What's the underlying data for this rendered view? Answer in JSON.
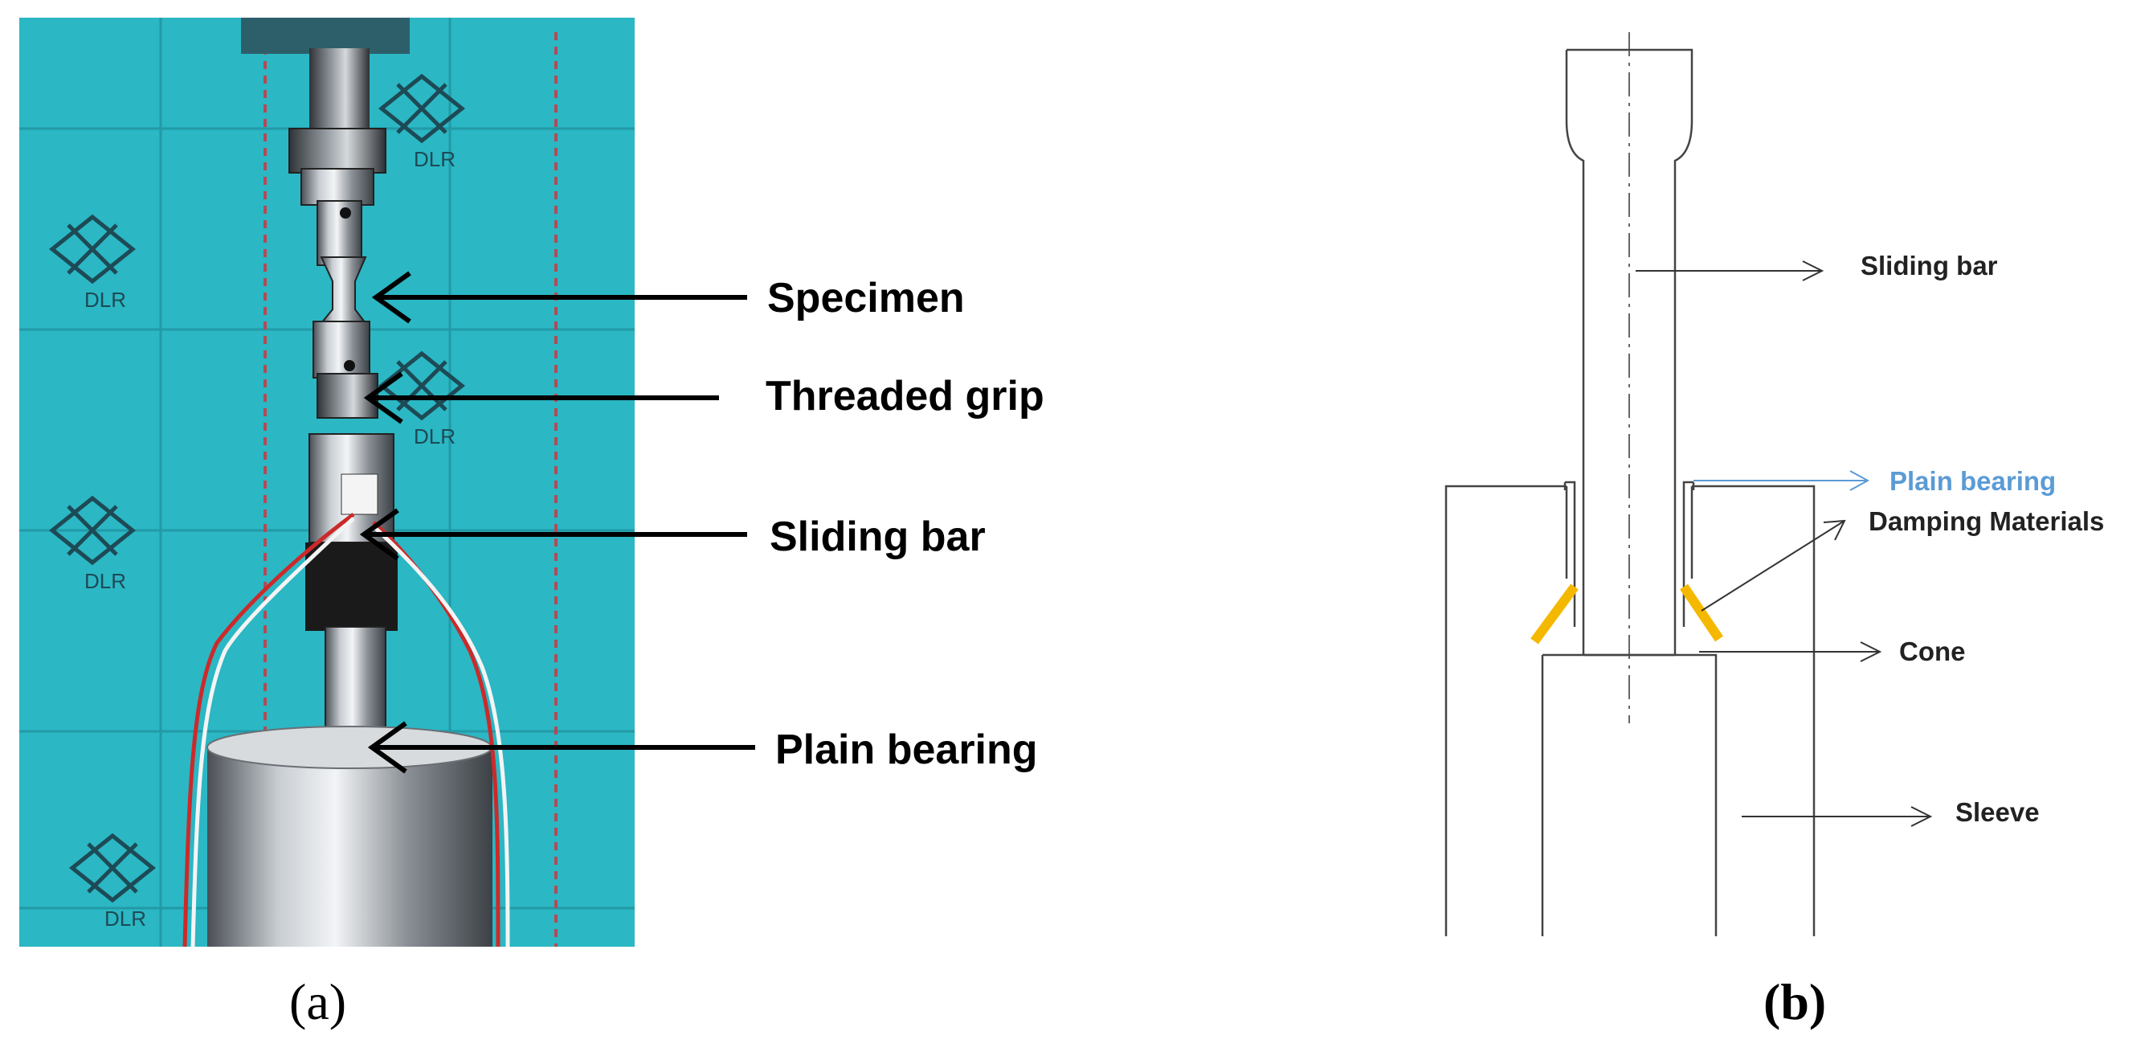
{
  "panel_a": {
    "caption": "(a)",
    "labels": {
      "specimen": "Specimen",
      "threaded_grip": "Threaded grip",
      "sliding_bar": "Sliding bar",
      "plain_bearing": "Plain bearing"
    },
    "background_logo_text": "DLR"
  },
  "panel_b": {
    "caption": "(b)",
    "labels": {
      "sliding_bar": "Sliding bar",
      "plain_bearing": "Plain bearing",
      "damping_materials": "Damping Materials",
      "cone": "Cone",
      "sleeve": "Sleeve"
    }
  },
  "colors": {
    "photo_background": "#2bb7c4",
    "plain_bearing_label": "#5b9bd5",
    "damping_material": "#f5b800",
    "line": "#333333"
  }
}
